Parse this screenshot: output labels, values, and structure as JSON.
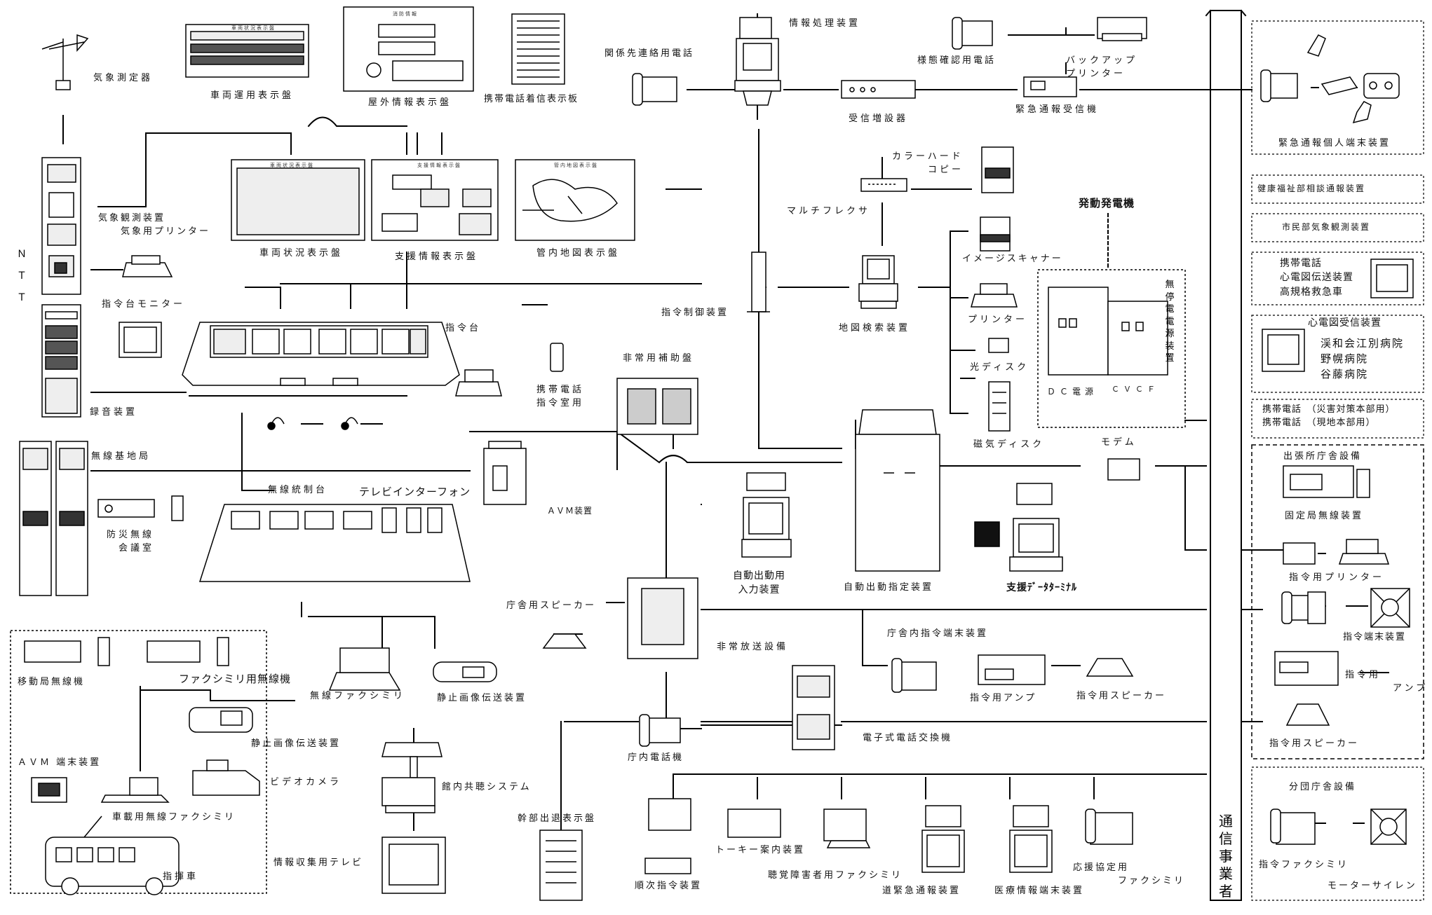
{
  "labels": {
    "weather_meter": "気象測定器",
    "vehicle_ops_board": "車両運用表示盤",
    "outdoor_info_board": "屋外情報表示盤",
    "mobile_incoming_board": "携帯電話着信表示板",
    "contact_phone": "関係先連絡用電話",
    "info_processor": "情報処理装置",
    "status_phone": "様態確認用電話",
    "backup_printer": "バックアップ\nプリンター",
    "receiver_amp": "受信増設器",
    "emergency_receiver": "緊急通報受信機",
    "personal_emergency_terminal": "緊急通報個人端末装置",
    "health_welfare": "健康福祉部相談通報装置",
    "citizen_weather": "市民部気象観測装置",
    "ecg_group": "携帯電話\n心電図伝送装置\n高規格救急車",
    "ecg_receiver": "心電図受信装置",
    "hospitals": "渓和会江別病院\n野幌病院\n谷藤病院",
    "mobile_hq": "携帯電話　（災害対策本部用）\n携帯電話　（現地本部用）",
    "branch_facility": "出張所庁舎設備",
    "fixed_radio": "固定局無線装置",
    "cmd_printer_right": "指令用プリンター",
    "cmd_terminal": "指令端末装置",
    "cmd_amp_right": "指令用\n　　　　アンプ",
    "cmd_speaker_right": "指令用スピーカー",
    "sub_facility": "分団庁舎設備",
    "cmd_fax": "指令ファクシミリ",
    "motor_siren": "モーターサイレン",
    "weather_observer": "気象観測装置\n　　気象用プリンター",
    "vehicle_status_board": "車両状況表示盤",
    "support_info_board": "支援情報表示盤",
    "jurisdiction_map_board": "管内地図表示盤",
    "color_hardcopy": "カラーハード\n　　　コピー",
    "multiplexer": "マルチフレクサ",
    "generator": "発動発電機",
    "image_scanner": "イメージスキャナー",
    "printer_mid": "プリンター",
    "optical_disk": "光ディスク",
    "magnetic_disk": "磁気ディスク",
    "dc_power": "ＤＣ電源",
    "cvcf": "ＣＶＣＦ",
    "ups": "無停電電源装置",
    "cmd_console_monitor": "指令台モニター",
    "command_control": "指令制御装置",
    "map_search": "地図検索装置",
    "command_console": "指令台",
    "mobile_cmd_room": "携帯電話\n指令室用",
    "emergency_aux_panel": "非常用補助盤",
    "recorder": "録音装置",
    "radio_base": "無線基地局",
    "radio_control": "無線統制台",
    "tv_interphone": "テレビインターフォン",
    "avm_device": "ＡＶＭ装置",
    "modem": "モデム",
    "disaster_radio": "防災無線\n　会議室",
    "auto_dispatch_input": "自動出動用\n入力装置",
    "auto_dispatch_designator": "自動出動指定装置",
    "support_terminal": "支援ﾃﾞｰﾀﾀｰﾐﾅﾙ",
    "office_speaker": "庁舎用スピーカー",
    "internal_cmd_terminal": "庁舎内指令端末装置",
    "emergency_broadcast": "非常放送設備",
    "mobile_radio": "移動局無線機",
    "fax_radio": "ファクシミリ用無線機",
    "radio_fax": "無線ファクシミリ",
    "still_image_tx": "静止画像伝送装置",
    "cmd_amp": "指令用アンプ",
    "cmd_speaker": "指令用スピーカー",
    "still_image_tx2": "静止画像伝送装置",
    "avm_terminal": "ＡＶＭ 端末装置",
    "video_camera": "ビデオカメラ",
    "pbx": "電子式電話交換機",
    "building_av": "館内共聴システム",
    "internal_phone": "庁内電話機",
    "vehicle_radio_fax": "車載用無線ファクシミリ",
    "exec_board": "幹部出退表示盤",
    "talkie_guide": "トーキー案内装置",
    "info_tv": "情報収集用テレビ",
    "command_car": "指揮車",
    "sequential_cmd": "順次指令装置",
    "hearing_fax": "聴覚障害者用ファクシミリ",
    "road_emergency": "道緊急通報装置",
    "medical_terminal": "医療情報端末装置",
    "support_agreement_fax": "応援協定用\n　　　　ファクシミリ",
    "carrier": "通信事業者",
    "ntt": "ＮＴＴ"
  },
  "panel_text": {
    "vehicle_ops_board_header": "車両状況表示盤",
    "outdoor_info_header": "消防情報",
    "vehicle_status_header": "車両状況表示盤",
    "support_info_header": "支援情報表示盤",
    "map_board_header": "管内地図表示盤"
  },
  "colors": {
    "line": "#000000",
    "background": "#ffffff",
    "device_fill": "#f2f2f2",
    "screen_fill": "#ffffff",
    "dark_fill": "#1a1a1a"
  }
}
